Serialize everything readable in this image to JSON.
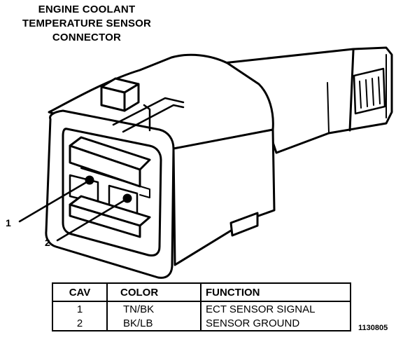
{
  "title": {
    "line1": "ENGINE COOLANT",
    "line2": "TEMPERATURE SENSOR",
    "line3": "CONNECTOR"
  },
  "callouts": {
    "pin1": "1",
    "pin2": "2"
  },
  "table": {
    "headers": [
      "CAV",
      "COLOR",
      "FUNCTION"
    ],
    "rows": [
      {
        "cav": "1",
        "color": "TN/BK",
        "function": "ECT SENSOR SIGNAL"
      },
      {
        "cav": "2",
        "color": "BK/LB",
        "function": "SENSOR GROUND"
      }
    ]
  },
  "figure_number": "1130805"
}
